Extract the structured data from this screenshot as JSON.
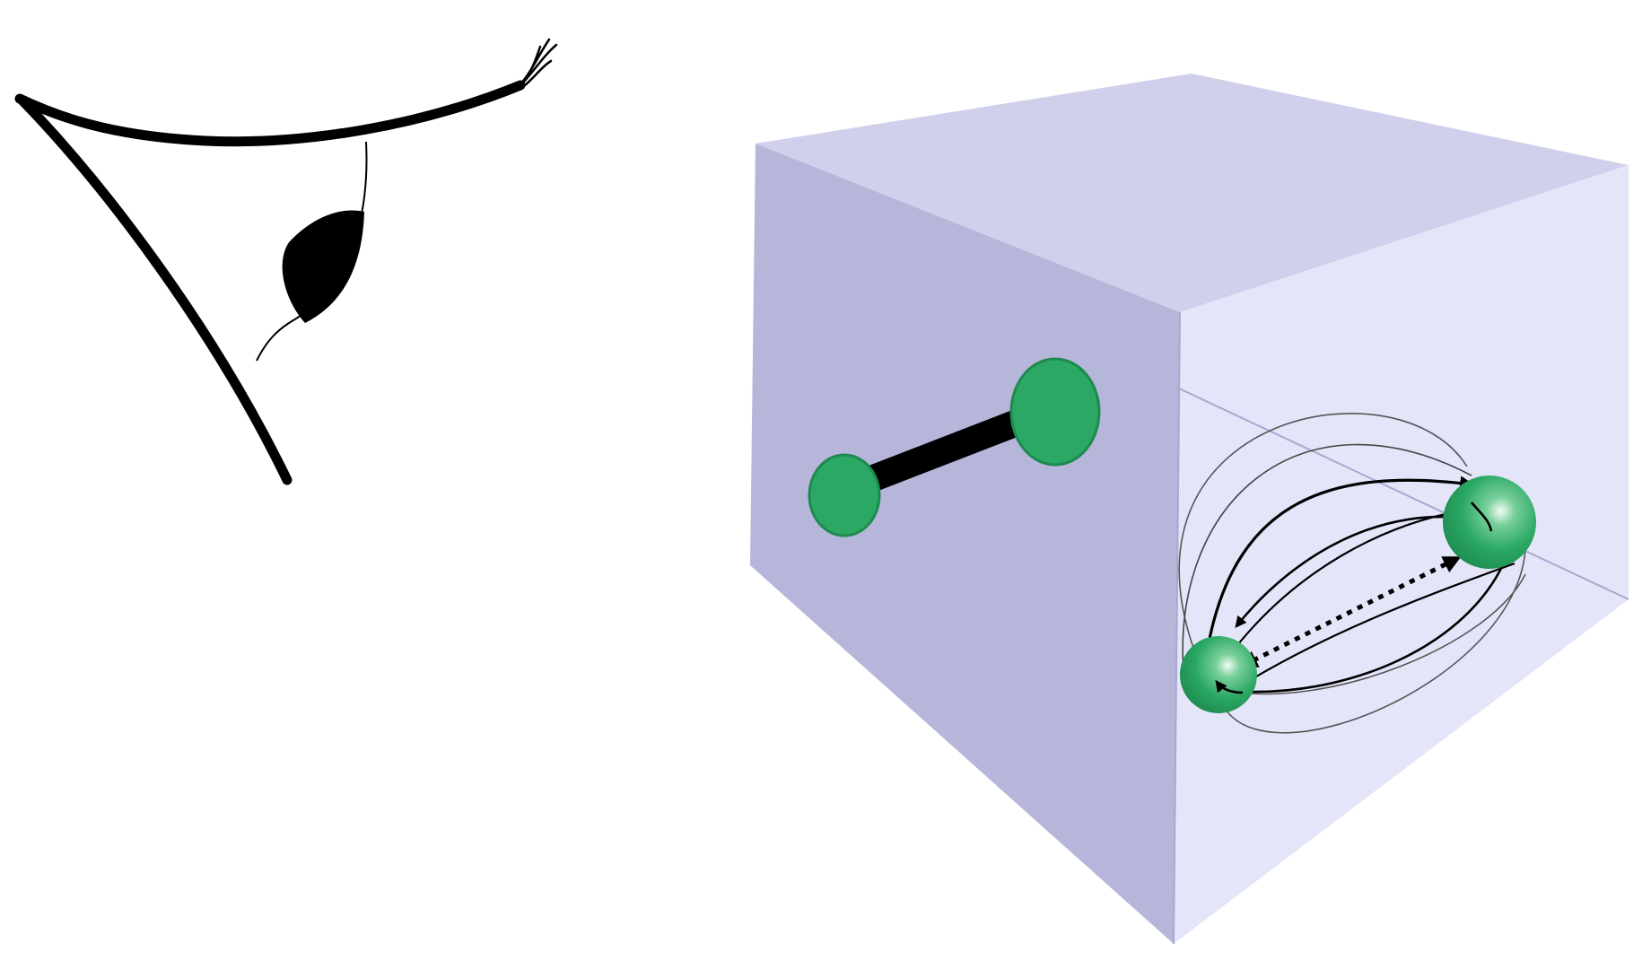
{
  "colors": {
    "background": "#ffffff",
    "ink": "#000000",
    "cube_left_face": "#b6b6da",
    "cube_top_face": "#d0d0ec",
    "cube_right_face": "#e5e5fa",
    "cube_edge": "#a8a8d2",
    "atom_green": "#2aa864",
    "atom_green_dark": "#1d8a4f",
    "atom_highlight": "#e9f7ee"
  },
  "figure": {
    "observer": "eye-icon",
    "container": "cube",
    "left_face_content": "bonded-molecule",
    "right_face_content": "interacting-atoms-with-field-lines"
  }
}
